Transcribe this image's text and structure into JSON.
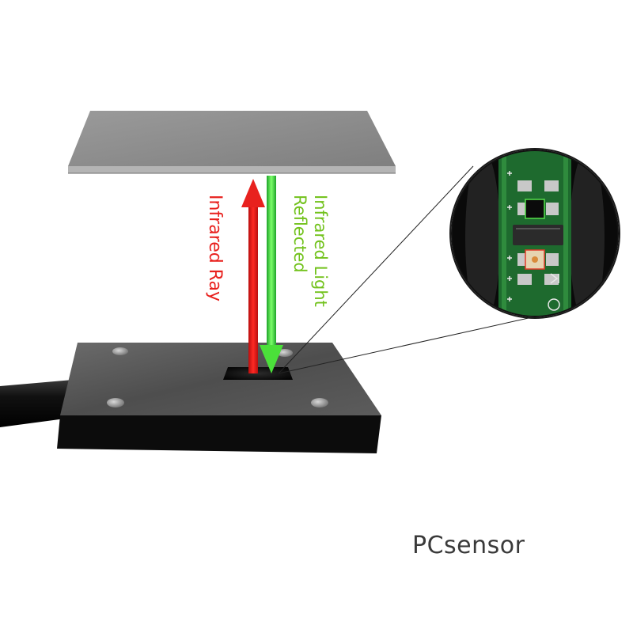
{
  "labels": {
    "infrared_ray": "Infrared Ray",
    "infrared_light_reflected_line1": "Infrared Light",
    "infrared_light_reflected_line2": "Reflected"
  },
  "brand": "PCsensor",
  "colors": {
    "infrared_ray": "#e8211e",
    "reflected_light": "#72c21c",
    "reflector_plate": "#8e8e8e",
    "sensor_body": "#4a4a4a",
    "pcb": "#1e6a2e",
    "brand_text": "#3a3a3a"
  }
}
